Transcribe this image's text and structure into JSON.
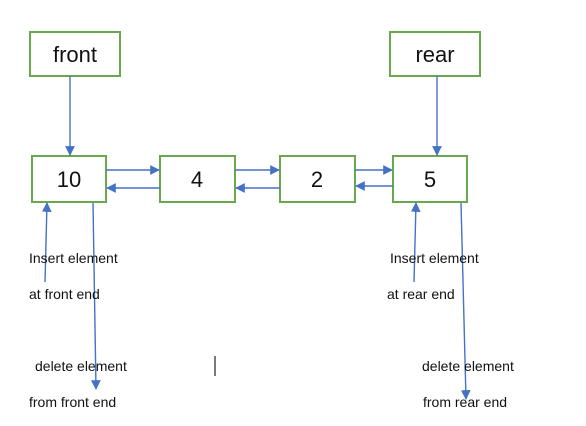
{
  "pointers": {
    "front": "front",
    "rear": "rear"
  },
  "nodes": [
    "10",
    "4",
    "2",
    "5"
  ],
  "labels": {
    "insert_front_line1": "Insert element",
    "insert_front_line2": "at front end",
    "delete_front_line1": "delete element",
    "delete_front_line2": "from front end",
    "insert_rear_line1": "Insert element",
    "insert_rear_line2": "at rear end",
    "delete_rear_line1": "delete element",
    "delete_rear_line2": "from rear end"
  },
  "colors": {
    "box_border": "#6aa84f",
    "arrow": "#4472c4",
    "text": "#111111"
  }
}
